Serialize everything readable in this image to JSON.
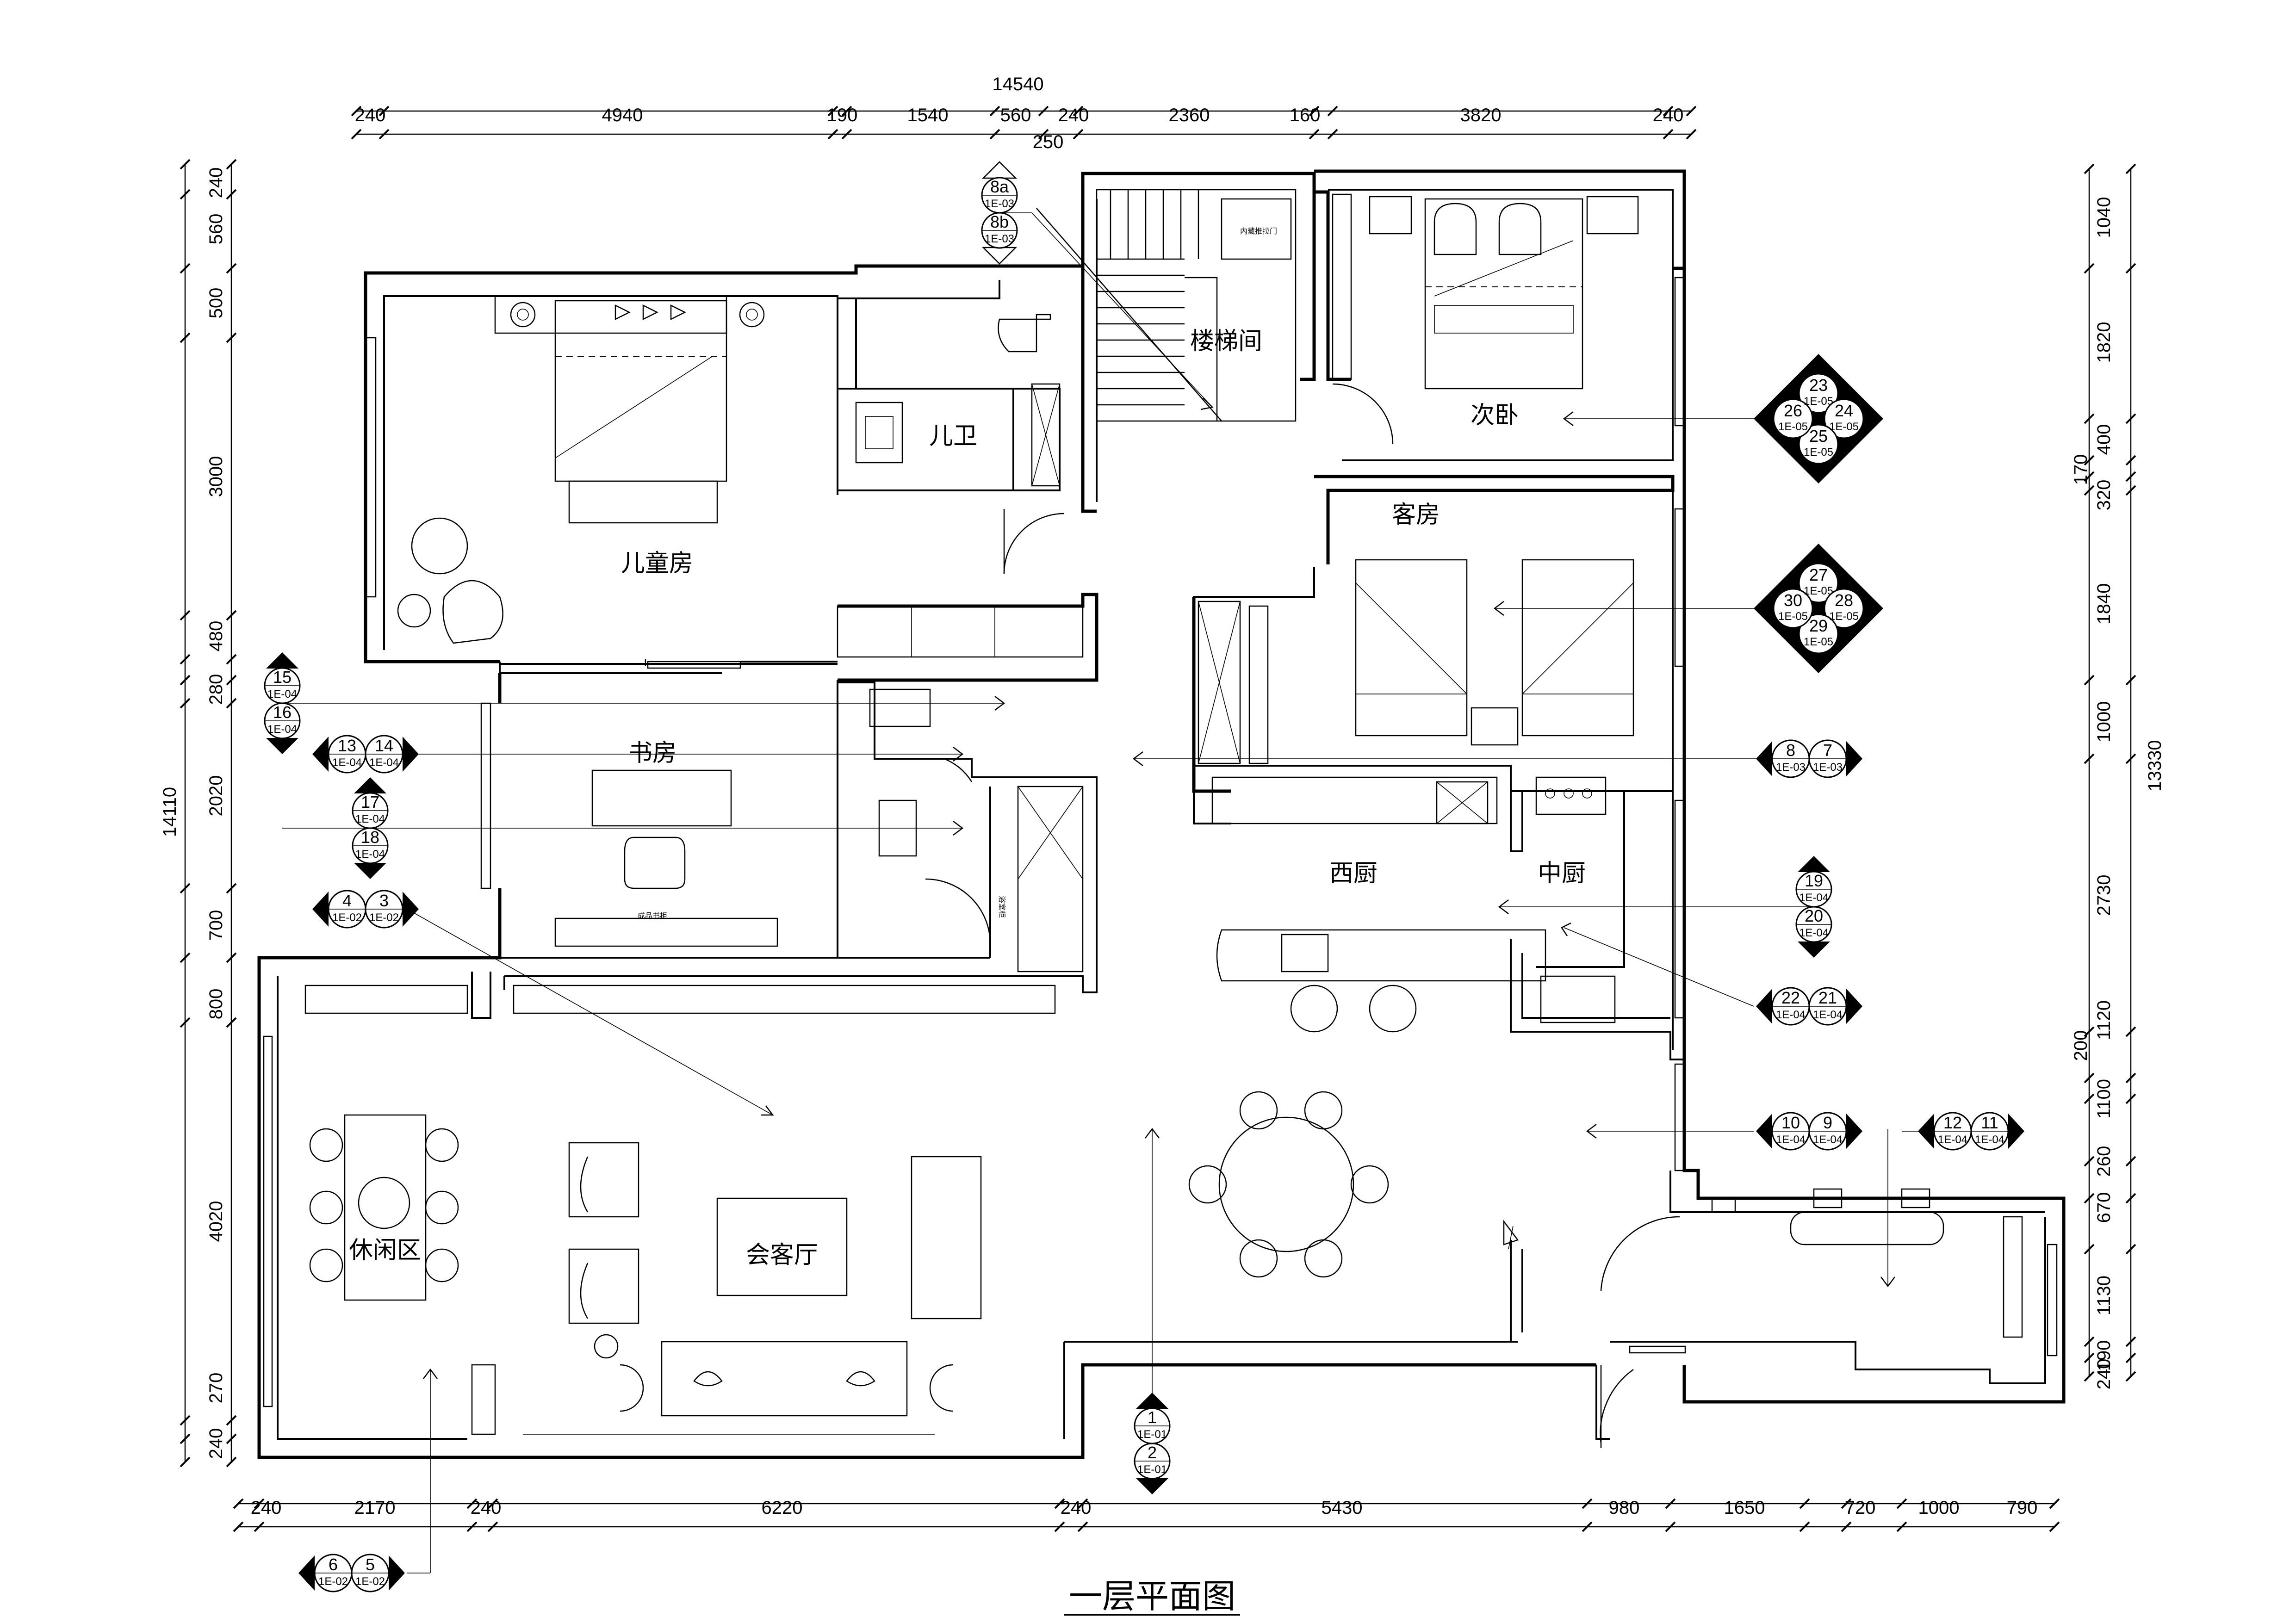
{
  "title": "一层平面图",
  "rooms": {
    "stair": "楼梯间",
    "second_bedroom": "次卧",
    "kids_bath": "儿卫",
    "kids_room": "儿童房",
    "guest_room": "客房",
    "study": "书房",
    "western_kitchen": "西厨",
    "chinese_kitchen": "中厨",
    "leisure": "休闲区",
    "living": "会客厅"
  },
  "small_labels": {
    "cabinet_top": "内藏推拉门",
    "book_cabinet": "成品书柜",
    "bath_cabinet": "浴室柜"
  },
  "dims": {
    "top_total": "14540",
    "top": [
      "240",
      "4940",
      "190",
      "1540",
      "560",
      "240",
      "2360",
      "160",
      "3820",
      "240"
    ],
    "top_sub": "250",
    "left_total": "14110",
    "left": [
      "240",
      "560",
      "500",
      "3000",
      "480",
      "280",
      "2020",
      "700",
      "800",
      "4020",
      "270",
      "240"
    ],
    "right_total": "13330",
    "right": [
      "1040",
      "1820",
      "400",
      "170",
      "320",
      "1840",
      "1000",
      "2730",
      "1120",
      "200",
      "1100",
      "260",
      "670",
      "1130",
      "190",
      "240"
    ],
    "bottom": [
      "240",
      "2170",
      "240",
      "6220",
      "240",
      "5430",
      "980",
      "1650",
      "720",
      "1000",
      "790"
    ]
  },
  "tags": [
    {
      "top": "8a",
      "bot": "8b",
      "ref_top": "1E-03",
      "ref_bot": "1E-03"
    },
    {
      "top": "15",
      "bot": "16",
      "ref_top": "1E-04",
      "ref_bot": "1E-04"
    },
    {
      "top": "17",
      "bot": "18",
      "ref_top": "1E-04",
      "ref_bot": "1E-04"
    },
    {
      "top": "19",
      "bot": "20",
      "ref_top": "1E-04",
      "ref_bot": "1E-04"
    },
    {
      "top": "1",
      "bot": "2",
      "ref_top": "1E-01",
      "ref_bot": "1E-01"
    },
    {
      "left": "13",
      "right": "14",
      "ref_left": "1E-04",
      "ref_right": "1E-04"
    },
    {
      "left": "4",
      "right": "3",
      "ref_left": "1E-02",
      "ref_right": "1E-02"
    },
    {
      "left": "6",
      "right": "5",
      "ref_left": "1E-02",
      "ref_right": "1E-02"
    },
    {
      "left": "8",
      "right": "7",
      "ref_left": "1E-03",
      "ref_right": "1E-03"
    },
    {
      "left": "22",
      "right": "21",
      "ref_left": "1E-04",
      "ref_right": "1E-04"
    },
    {
      "left": "10",
      "right": "9",
      "ref_left": "1E-04",
      "ref_right": "1E-04"
    },
    {
      "left": "12",
      "right": "11",
      "ref_left": "1E-04",
      "ref_right": "1E-04"
    },
    {
      "n": "23",
      "e": "24",
      "s": "25",
      "w": "26",
      "ref": "1E-05"
    },
    {
      "n": "27",
      "e": "28",
      "s": "29",
      "w": "30",
      "ref": "1E-05"
    }
  ]
}
